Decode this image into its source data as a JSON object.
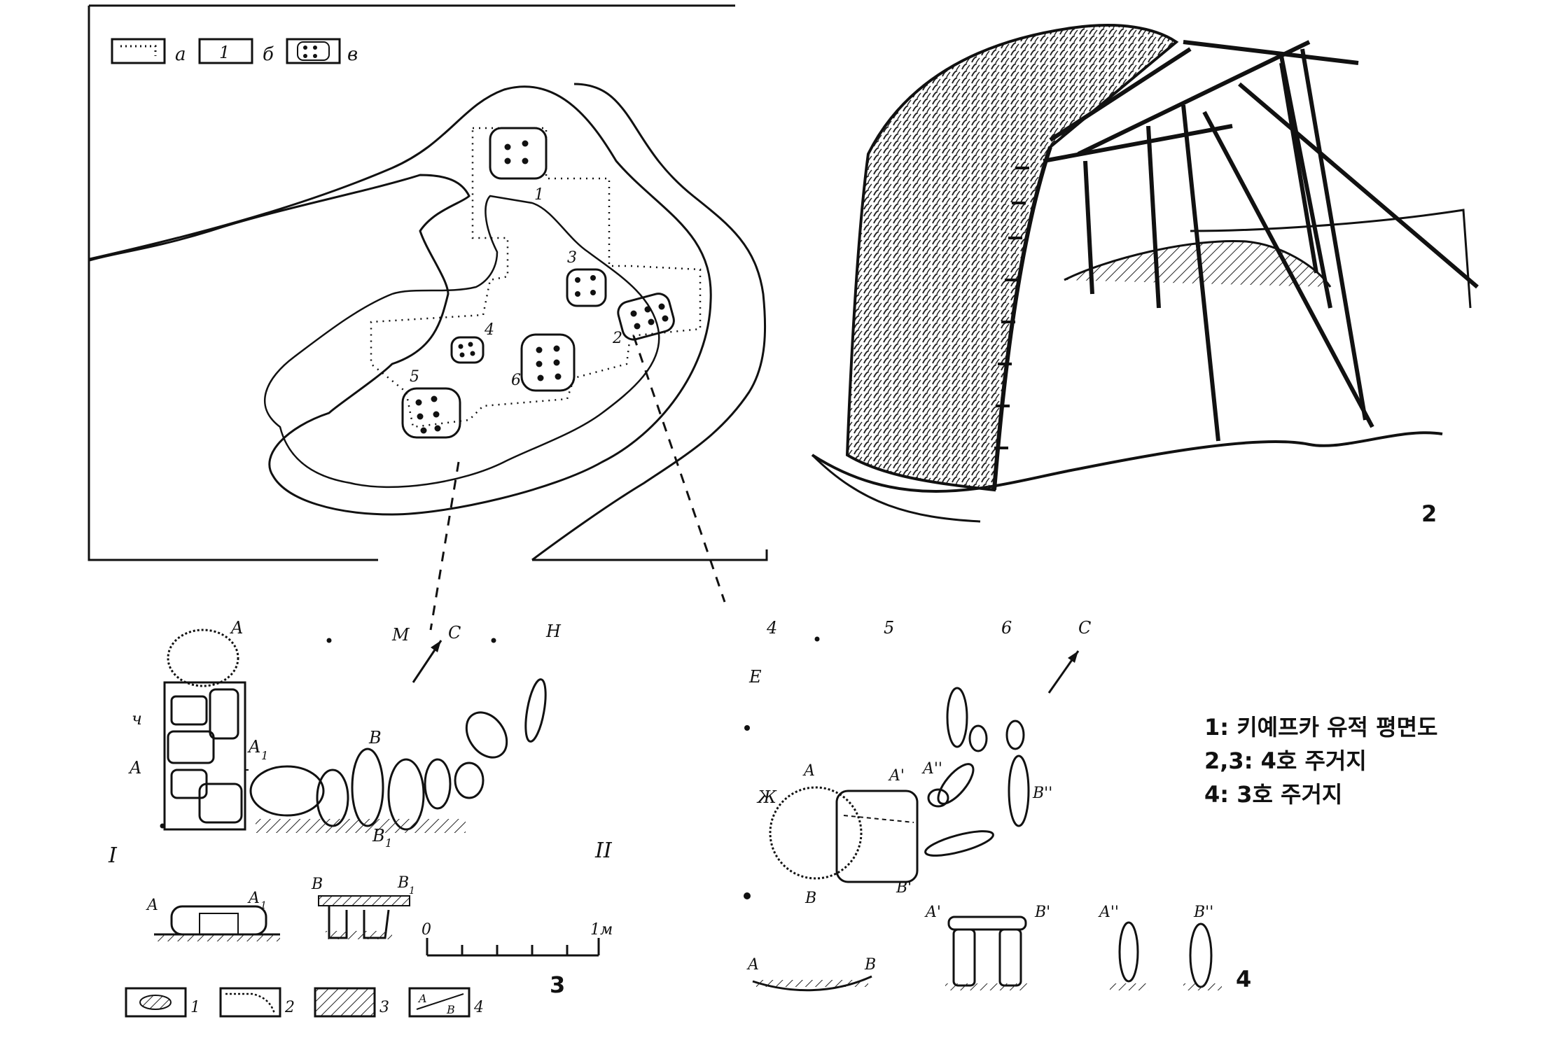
{
  "legend_top": {
    "a": "а",
    "b_sample": "1",
    "b": "б",
    "v": "в"
  },
  "site_plan": {
    "dwellings": [
      "1",
      "2",
      "3",
      "4",
      "5",
      "6"
    ]
  },
  "drawing3": {
    "labels": {
      "A": "A",
      "A1": "A",
      "A1_sub": "1",
      "B": "B",
      "B1": "B",
      "B1_sub": "1",
      "M": "M",
      "H": "H",
      "north": "C",
      "I": "I",
      "II": "II",
      "A_side": "A",
      "slash": "ч"
    },
    "sections": {
      "A": "A",
      "A1": "A",
      "A1_sub": "1",
      "B": "B",
      "B1": "B",
      "B1_sub": "1"
    },
    "scale": {
      "zero": "0",
      "one": "1м"
    },
    "number": "3",
    "legend": [
      "1",
      "2",
      "3",
      "4"
    ],
    "legend4_a": "A",
    "legend4_b": "B"
  },
  "drawing4": {
    "grid": [
      "4",
      "5",
      "6"
    ],
    "north": "C",
    "labels": {
      "E": "E",
      "Zh": "Ж",
      "A": "A",
      "B": "B",
      "A1": "A'",
      "A2": "A''",
      "B1": "B'",
      "B2": "B''"
    },
    "sections": {
      "A": "A",
      "B": "B",
      "A1": "A'",
      "B1": "B'",
      "A2": "A''",
      "B2": "B''"
    },
    "number": "4"
  },
  "drawing2": {
    "number": "2"
  },
  "captions": [
    "1: 키예프카 유적 평면도",
    "2,3: 4호 주거지",
    "4: 3호 주거지"
  ]
}
